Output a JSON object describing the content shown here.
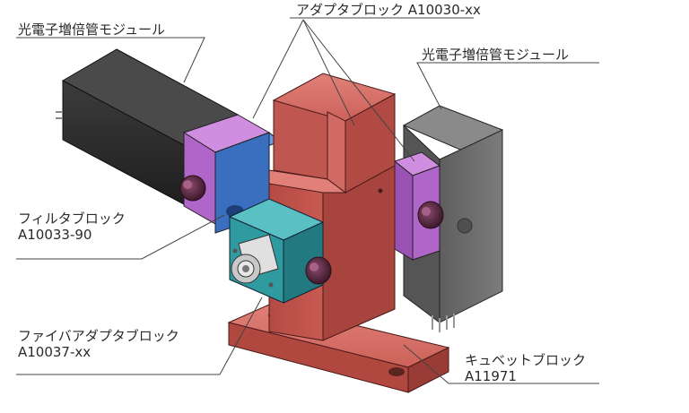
{
  "labels": {
    "pmt_left": "光電子増倍管モジュール",
    "adapter": "アダプタブロック A10030-xx",
    "pmt_right": "光電子増倍管モジュール",
    "filter_name": "フィルタブロック",
    "filter_code": "A10033-90",
    "fiber_name": "ファイバアダプタブロック",
    "fiber_code": "A10037-xx",
    "cuvette_name": "キュベットブロック",
    "cuvette_code": "A11971"
  },
  "colors": {
    "block_red": "#c85a52",
    "filter_blue": "#3a6fc0",
    "adapter_purple": "#b066c8",
    "fiber_teal": "#2f9aa0",
    "pmt_dark": "#2e2e2e",
    "pmt_gray": "#6f6f6f",
    "knob": "#5a2840"
  }
}
